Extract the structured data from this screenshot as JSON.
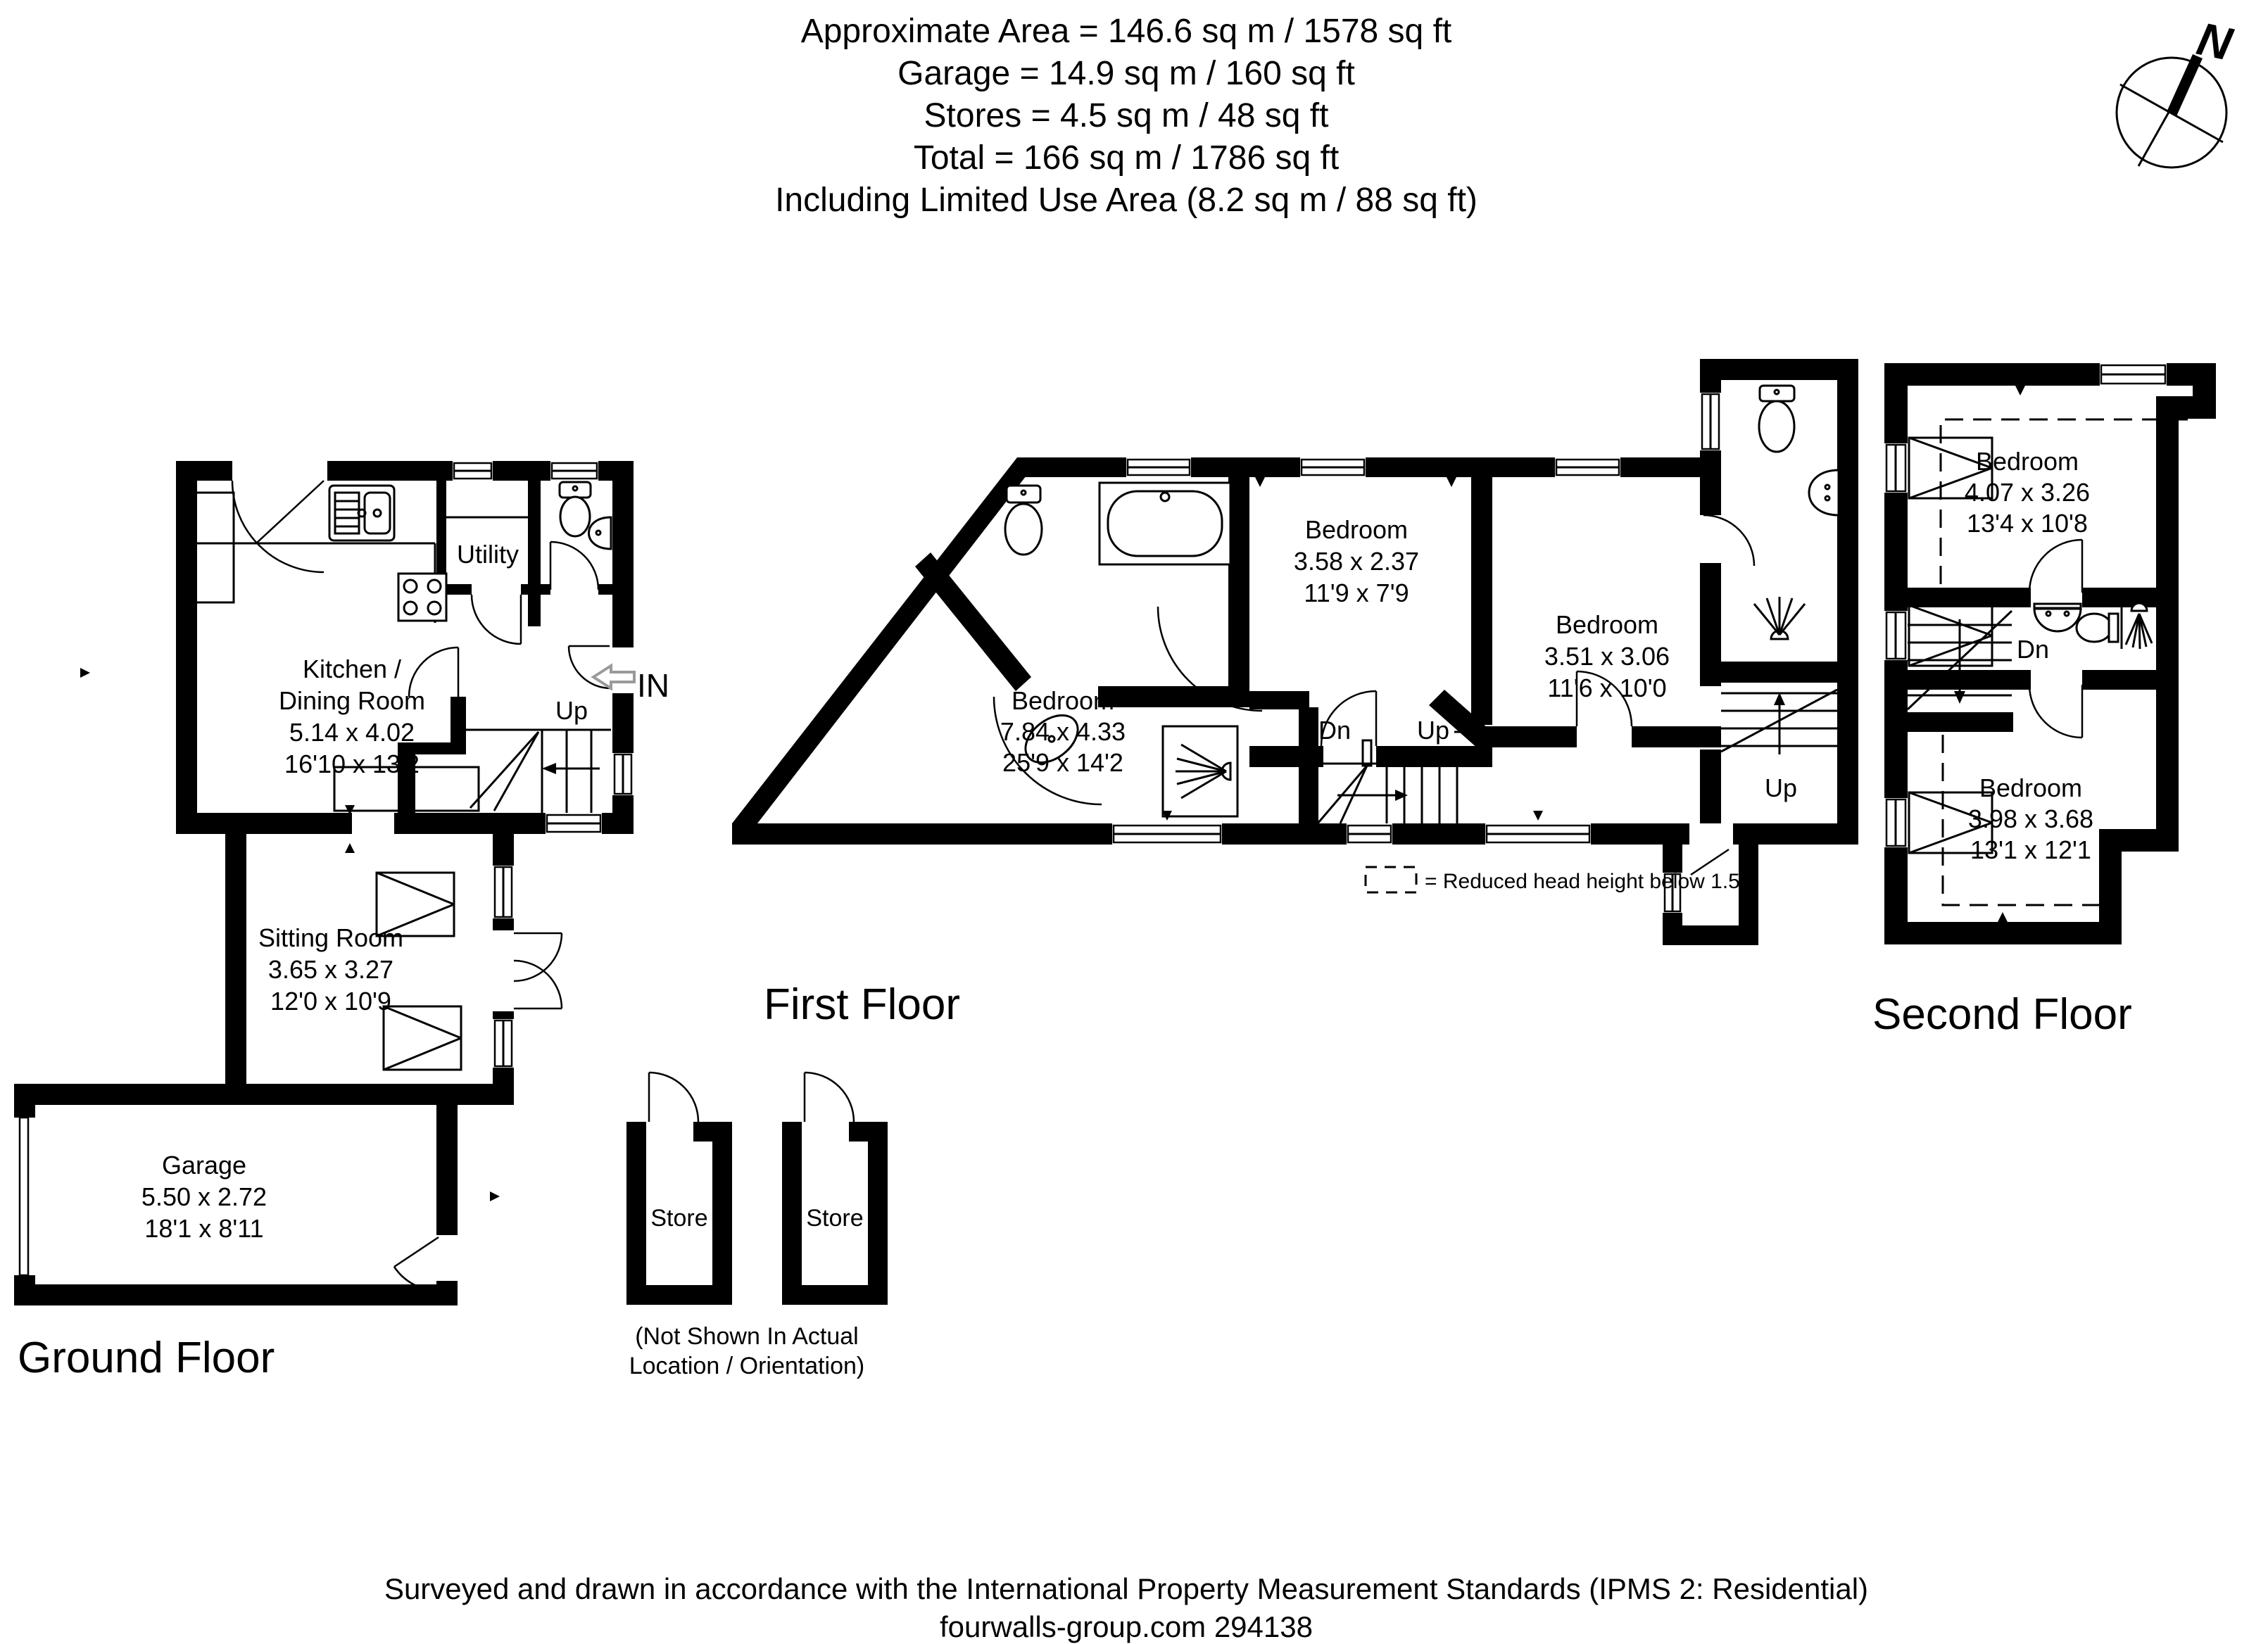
{
  "header": {
    "line1": "Approximate  Area = 146.6 sq m / 1578 sq ft",
    "line2": "Garage = 14.9 sq m / 160 sq ft",
    "line3": "Stores = 4.5 sq m / 48 sq ft",
    "line4": "Total = 166 sq m / 1786 sq ft",
    "line5": "Including Limited Use Area (8.2 sq m / 88 sq ft)"
  },
  "compass": {
    "north_label": "N"
  },
  "ground_floor": {
    "title": "Ground Floor",
    "kitchen": {
      "name1": "Kitchen /",
      "name2": "Dining Room",
      "dim_m": "5.14 x 4.02",
      "dim_ft": "16'10 x 13'2"
    },
    "utility": {
      "name": "Utility"
    },
    "sitting": {
      "name": "Sitting Room",
      "dim_m": "3.65 x 3.27",
      "dim_ft": "12'0 x 10'9"
    },
    "garage": {
      "name": "Garage",
      "dim_m": "5.50 x 2.72",
      "dim_ft": "18'1 x 8'11"
    },
    "in_label": "IN",
    "up_label": "Up"
  },
  "first_floor": {
    "title": "First Floor",
    "bedroom1": {
      "name": "Bedroom",
      "dim_m": "7.84 x 4.33",
      "dim_ft": "25'9 x 14'2"
    },
    "bedroom2": {
      "name": "Bedroom",
      "dim_m": "3.58 x 2.37",
      "dim_ft": "11'9 x 7'9"
    },
    "bedroom3": {
      "name": "Bedroom",
      "dim_m": "3.51 x 3.06",
      "dim_ft": "11'6 x 10'0"
    },
    "dn_label": "Dn",
    "up_label": "Up",
    "wing_up_label": "Up"
  },
  "second_floor": {
    "title": "Second Floor",
    "bedroom1": {
      "name": "Bedroom",
      "dim_m": "4.07 x 3.26",
      "dim_ft": "13'4 x 10'8"
    },
    "bedroom2": {
      "name": "Bedroom",
      "dim_m": "3.98 x 3.68",
      "dim_ft": "13'1 x 12'1"
    },
    "dn_label": "Dn"
  },
  "stores": {
    "store1_label": "Store",
    "store2_label": "Store",
    "note1": "(Not Shown In Actual",
    "note2": "Location / Orientation)"
  },
  "legend": {
    "text": "= Reduced head height below 1.5m"
  },
  "footer": {
    "line1": "Surveyed and drawn in accordance with the International Property Measurement Standards (IPMS 2: Residential)",
    "line2": "fourwalls-group.com 294138"
  },
  "colors": {
    "wall": "#000000",
    "background": "#ffffff",
    "in_arrow": "#9a9a9a"
  }
}
